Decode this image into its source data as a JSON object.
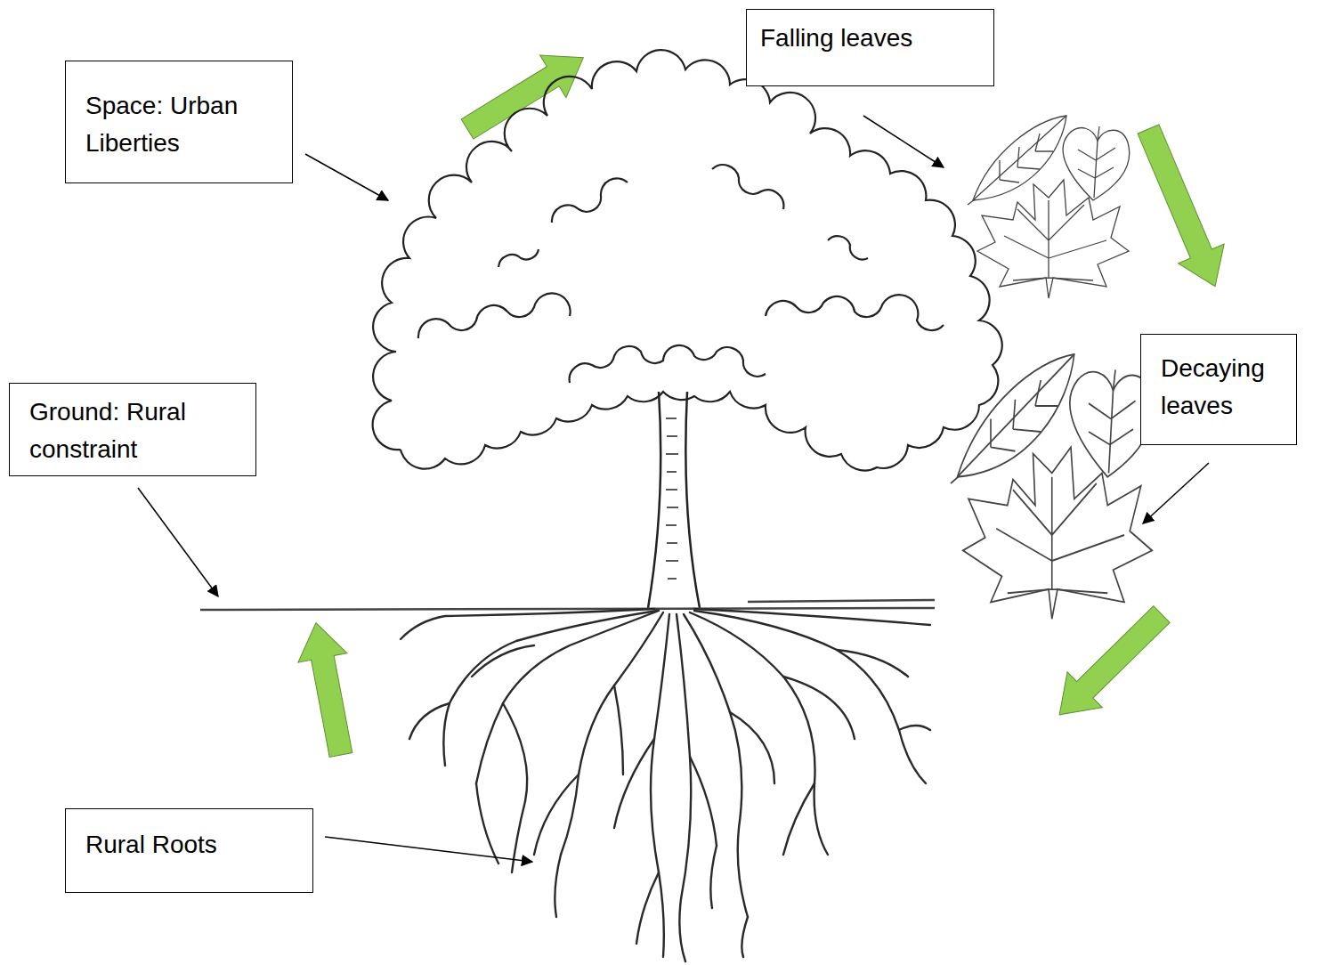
{
  "diagram": {
    "nodes": [
      {
        "text": [
          "Falling leaves"
        ]
      },
      {
        "text": [
          "Space: Urban Liberties"
        ]
      },
      {
        "text": [
          "Decaying leaves"
        ]
      },
      {
        "text": [
          "Ground: Rural constraint"
        ]
      },
      {
        "text": [
          "Rural Roots"
        ]
      }
    ]
  }
}
